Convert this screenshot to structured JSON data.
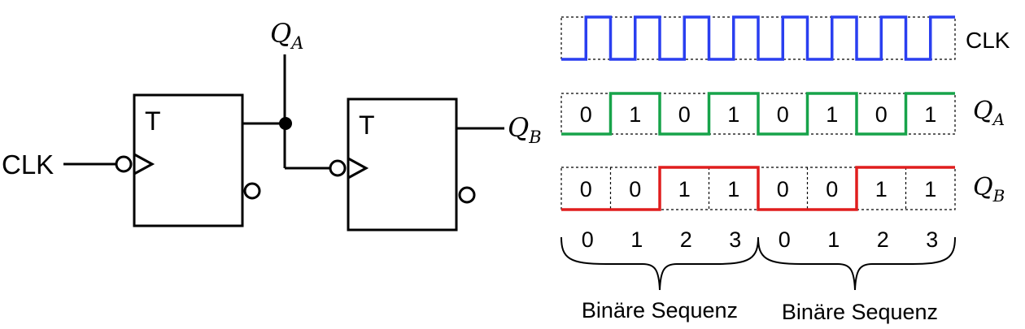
{
  "circuit": {
    "clk_label": "CLK",
    "ff1_label": "T",
    "ff2_label": "T",
    "qa_label": {
      "main": "Q",
      "sub": "A"
    },
    "qb_label": {
      "main": "Q",
      "sub": "B"
    }
  },
  "timing": {
    "clk_row": {
      "label": "CLK",
      "color": "#2a3ff0",
      "levels": [
        0,
        1,
        0,
        1,
        0,
        1,
        0,
        1,
        0,
        1,
        0,
        1,
        0,
        1,
        0,
        1
      ]
    },
    "qa_row": {
      "label": {
        "main": "Q",
        "sub": "A"
      },
      "color": "#17a34a",
      "levels": [
        0,
        1,
        0,
        1,
        0,
        1,
        0,
        1
      ],
      "values": [
        "0",
        "1",
        "0",
        "1",
        "0",
        "1",
        "0",
        "1"
      ]
    },
    "qb_row": {
      "label": {
        "main": "Q",
        "sub": "B"
      },
      "color": "#e01e1e",
      "levels": [
        0,
        0,
        1,
        1,
        0,
        0,
        1,
        1
      ],
      "values": [
        "0",
        "0",
        "1",
        "1",
        "0",
        "0",
        "1",
        "1"
      ]
    },
    "states": [
      "0",
      "1",
      "2",
      "3",
      "0",
      "1",
      "2",
      "3"
    ],
    "group_labels": [
      "Binäre Sequenz",
      "Binäre Sequenz"
    ]
  }
}
